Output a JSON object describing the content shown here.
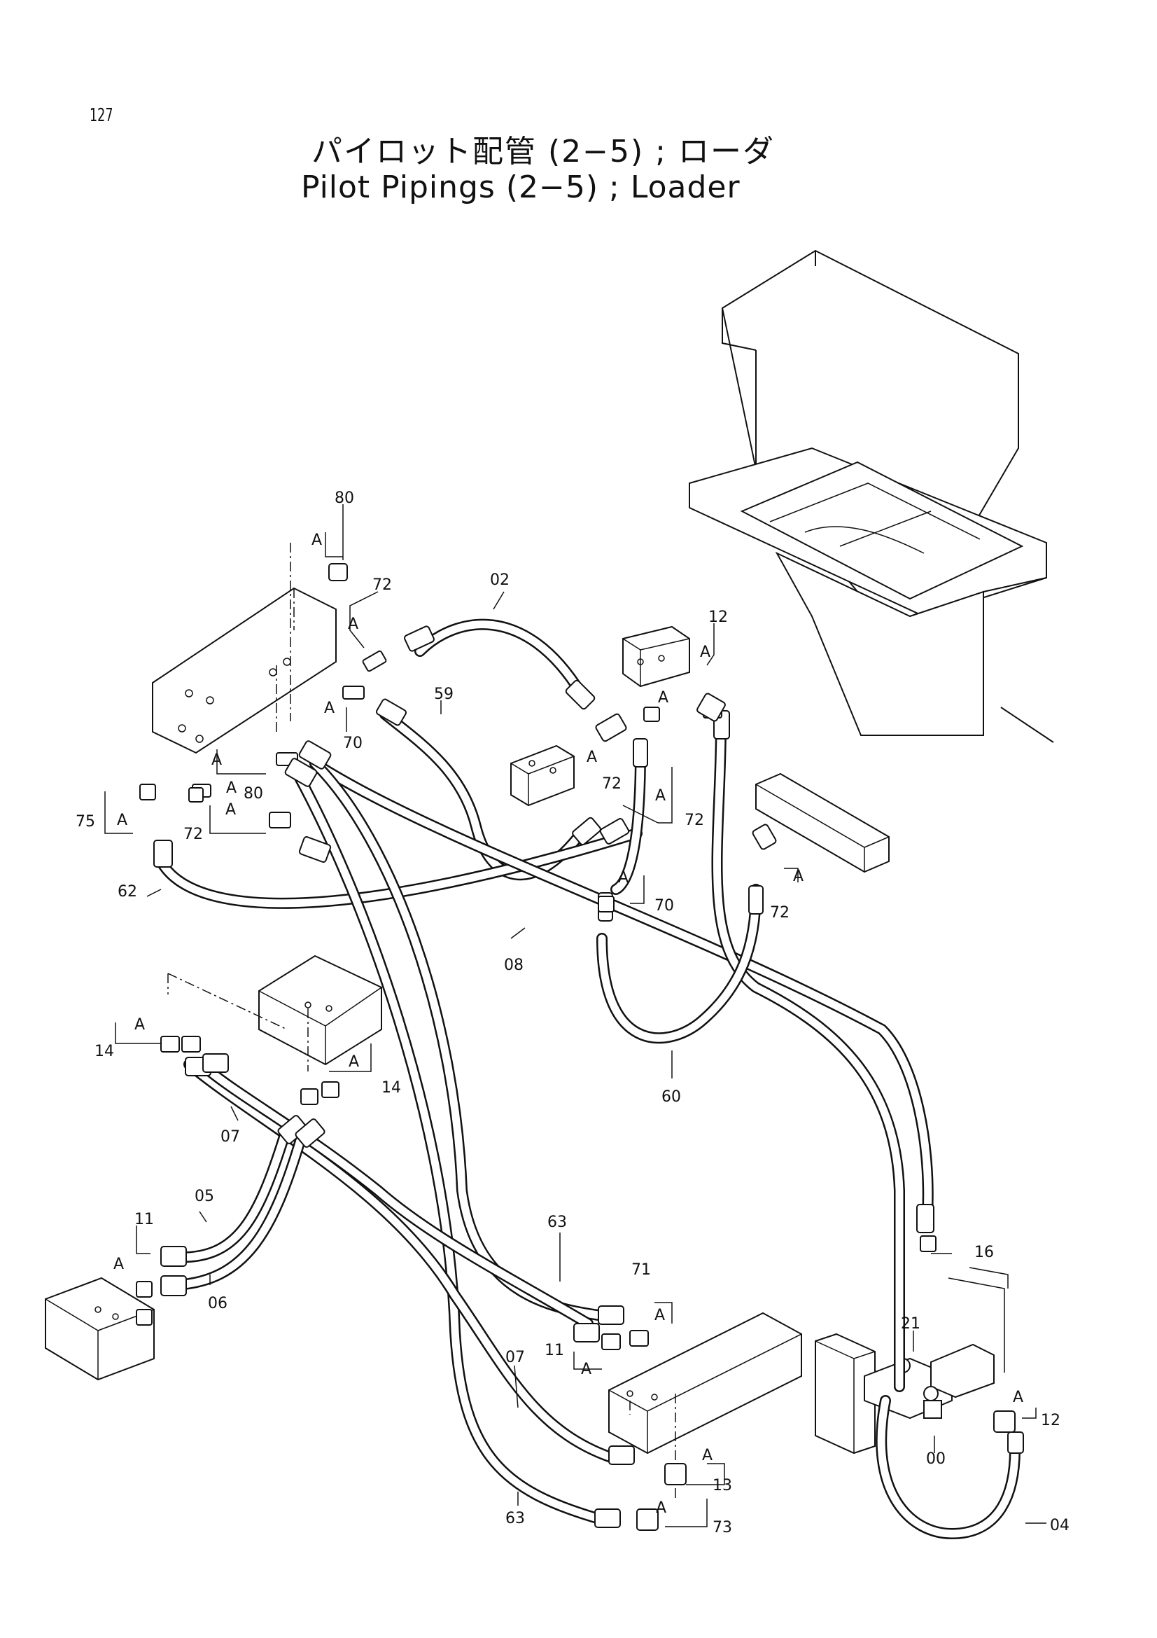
{
  "page_number": "127",
  "title_ja": "パイロット配管 (2−5) ; ローダ",
  "title_en": "Pilot Pipings (2−5) ; Loader",
  "ref_letter": "A",
  "callouts": [
    "80",
    "72",
    "02",
    "12",
    "59",
    "70",
    "72",
    "72",
    "75",
    "80",
    "72",
    "62",
    "70",
    "08",
    "72",
    "60",
    "14",
    "14",
    "07",
    "05",
    "11",
    "06",
    "63",
    "71",
    "11",
    "07",
    "63",
    "16",
    "21",
    "12",
    "00",
    "13",
    "73",
    "04"
  ]
}
